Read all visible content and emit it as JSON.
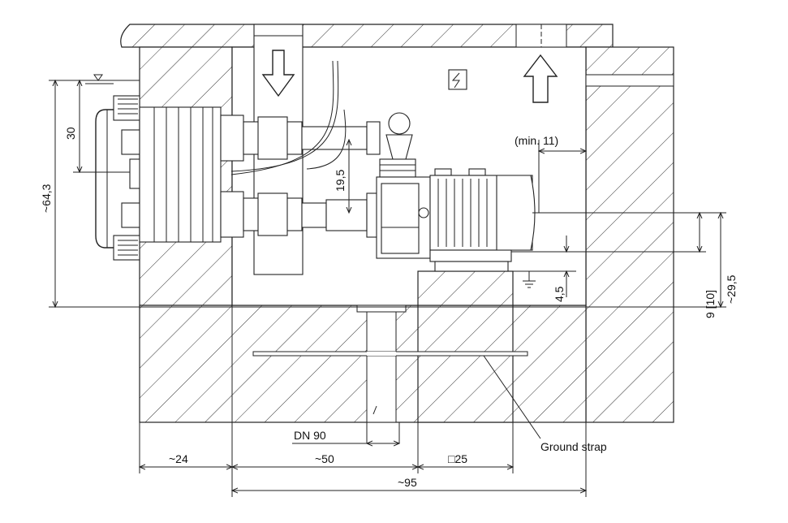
{
  "colors": {
    "line": "#222222",
    "background": "#ffffff"
  },
  "icons": {
    "water_level": "water-level-triangle-icon",
    "electric": "electric-hazard-icon",
    "ground": "ground-symbol-icon",
    "flow_down": "arrow-down-icon",
    "flow_up": "arrow-up-icon"
  },
  "dimensions": {
    "min_11": "(min. 11)",
    "d30": "30",
    "d19_5": "19,5",
    "d64_3": "~64,3",
    "d4_5": "4,5",
    "d9_10": "9 [10]",
    "d29_5": "~29,5",
    "dn90": "DN 90",
    "d24": "~24",
    "d50": "~50",
    "d25": "□25",
    "d95": "~95"
  },
  "labels": {
    "ground_strap": "Ground strap"
  }
}
